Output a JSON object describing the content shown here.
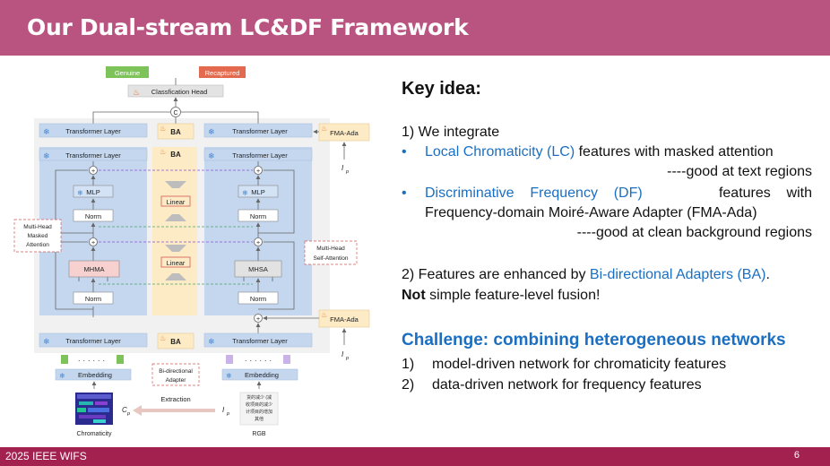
{
  "slide": {
    "title": "Our Dual-stream LC&DF Framework",
    "footer_left": "2025 IEEE WIFS",
    "page_number": "6",
    "colors": {
      "title_bar": "#b95480",
      "footer_bar": "#a3214f",
      "accent_blue": "#1b6fc2"
    }
  },
  "diagram": {
    "genuine": "Genuine",
    "recaptured": "Recaptured",
    "classification_head": "Classfication Head",
    "concat": "C",
    "transformer_layer": "Transformer Layer",
    "ba": "BA",
    "fma_ada": "FMA-Ada",
    "mlp": "MLP",
    "norm": "Norm",
    "linear": "Linear",
    "mhma": "MHMA",
    "mhsa": "MHSA",
    "plus": "+",
    "multi_head_masked_attention": [
      "Multi-Head",
      "Masked",
      "Attention"
    ],
    "multi_head_self_attention": [
      "Multi-Head",
      "Self-Attention"
    ],
    "embedding": "Embedding",
    "dots": "· · · · · ·",
    "bidirectional_adapter": [
      "Bi-directional",
      "Adapter"
    ],
    "extraction": "Extraction",
    "cp": "C",
    "cp_sub": "p",
    "ip": "I",
    "ip_sub": "p",
    "chromaticity": "Chromaticity",
    "rgb": "RGB",
    "rgb_text_lines": [
      "货的减少 (减",
      "收项目的减少",
      "计项目的增加",
      "其他"
    ]
  },
  "content": {
    "key_idea": "Key idea:",
    "p1": "1) We integrate",
    "b1_blue": "Local Chromaticity (LC)",
    "b1_rest": " features with masked attention",
    "b1_note": "----good at text regions",
    "b2_blue": "Discriminative    Frequency    (DF)",
    "b2_rest": "features    with",
    "b2_line2": "Frequency-domain Moiré-Aware Adapter (FMA-Ada)",
    "b2_note": "----good at clean background regions",
    "p2_pre": "2) Features are enhanced by ",
    "p2_blue": "Bi-directional Adapters (BA)",
    "p2_post": ".",
    "p3_bold": "Not",
    "p3_rest": " simple feature-level fusion!",
    "challenge": "Challenge: combining heterogeneous networks",
    "c1_num": "1)",
    "c1_text": "model-driven network for chromaticity features",
    "c2_num": "2)",
    "c2_text": "data-driven network for frequency features"
  }
}
